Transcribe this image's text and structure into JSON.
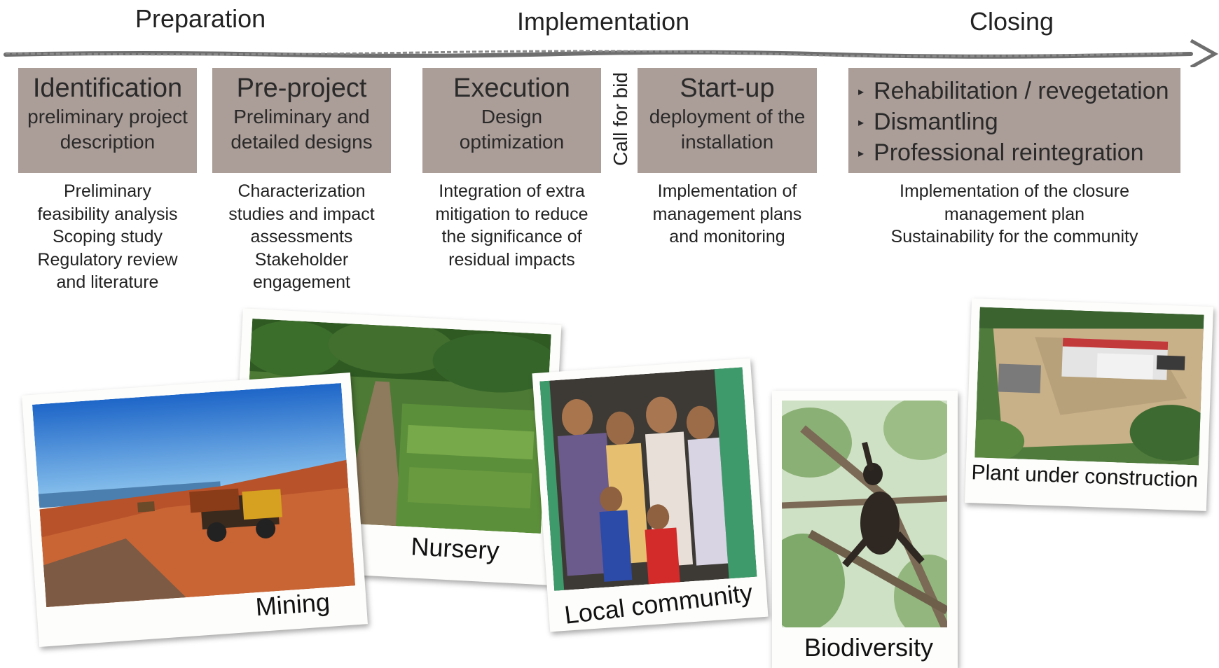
{
  "phases": {
    "preparation": "Preparation",
    "implementation": "Implementation",
    "closing": "Closing"
  },
  "stages": [
    {
      "title": "Identification",
      "subtitle": [
        "preliminary project",
        "description"
      ]
    },
    {
      "title": "Pre-project",
      "subtitle": [
        "Preliminary and",
        "detailed designs"
      ]
    },
    {
      "title": "Execution",
      "subtitle": [
        "Design",
        "optimization"
      ]
    },
    {
      "title": "Start-up",
      "subtitle": [
        "deployment of the",
        "installation"
      ]
    }
  ],
  "closing_items": [
    "Rehabilitation / revegetation",
    "Dismantling",
    "Professional reintegration"
  ],
  "call_for_bid": "Call for bid",
  "descriptions": [
    [
      "Preliminary",
      "feasibility analysis",
      "Scoping study",
      "Regulatory review",
      "and literature"
    ],
    [
      "Characterization",
      "studies and impact",
      "assessments",
      "Stakeholder",
      "engagement"
    ],
    [
      "Integration of extra",
      "mitigation to reduce",
      "the significance of",
      "residual impacts"
    ],
    [
      "Implementation of",
      "management plans",
      "and monitoring"
    ],
    [
      "Implementation of the closure",
      "management plan",
      "Sustainability for the community"
    ]
  ],
  "photos": {
    "mining": "Mining",
    "nursery": "Nursery",
    "local_community": "Local community",
    "biodiversity": "Biodiversity",
    "plant": "Plant under construction"
  },
  "colors": {
    "stage_box": "#ab9d98",
    "timeline_arrow": "#6e6e6e"
  }
}
